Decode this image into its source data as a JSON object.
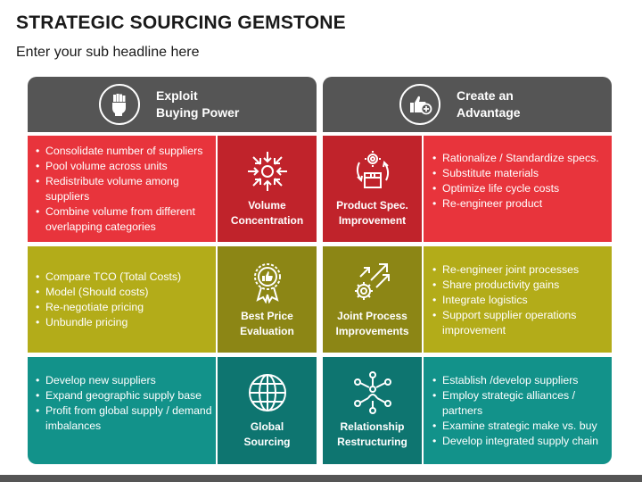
{
  "title": "STRATEGIC SOURCING GEMSTONE",
  "subtitle": "Enter your sub headline here",
  "left_header": {
    "title": "Exploit\nBuying Power",
    "icon": "raised-fist-icon"
  },
  "right_header": {
    "title": "Create an\nAdvantage",
    "icon": "thumbs-up-plus-icon"
  },
  "colors": {
    "header": "#555555",
    "red_light": "#e8343c",
    "red_dark": "#c0232b",
    "olive_light": "#b3ac19",
    "olive_dark": "#8c8615",
    "teal_light": "#12928a",
    "teal_dark": "#0e7570"
  },
  "rows": [
    {
      "left_bullets": [
        "Consolidate number of suppliers",
        "Pool volume across units",
        "Redistribute volume among suppliers",
        "Combine volume from different overlapping categories"
      ],
      "left_label": "Volume\nConcentration",
      "left_icon": "volume-concentration-icon",
      "right_label": "Product Spec.\nImprovement",
      "right_icon": "product-gear-cycle-icon",
      "right_bullets": [
        "Rationalize / Standardize specs.",
        "Substitute materials",
        "Optimize life cycle costs",
        "Re-engineer product"
      ]
    },
    {
      "left_bullets": [
        "Compare TCO (Total Costs)",
        "Model (Should costs)",
        "Re-negotiate pricing",
        "Unbundle pricing"
      ],
      "left_label": "Best Price\nEvaluation",
      "left_icon": "badge-thumbs-up-icon",
      "right_label": "Joint Process\nImprovements",
      "right_icon": "gear-growth-arrows-icon",
      "right_bullets": [
        "Re-engineer joint processes",
        "Share productivity gains",
        "Integrate logistics",
        "Support supplier operations improvement"
      ]
    },
    {
      "left_bullets": [
        "Develop new suppliers",
        "Expand geographic supply base",
        "Profit from global supply / demand imbalances"
      ],
      "left_label": "Global\nSourcing",
      "left_icon": "globe-icon",
      "right_label": "Relationship\nRestructuring",
      "right_icon": "network-people-icon",
      "right_bullets": [
        "Establish /develop suppliers",
        "Employ strategic alliances / partners",
        "Examine strategic make vs. buy",
        "Develop integrated supply chain"
      ]
    }
  ]
}
